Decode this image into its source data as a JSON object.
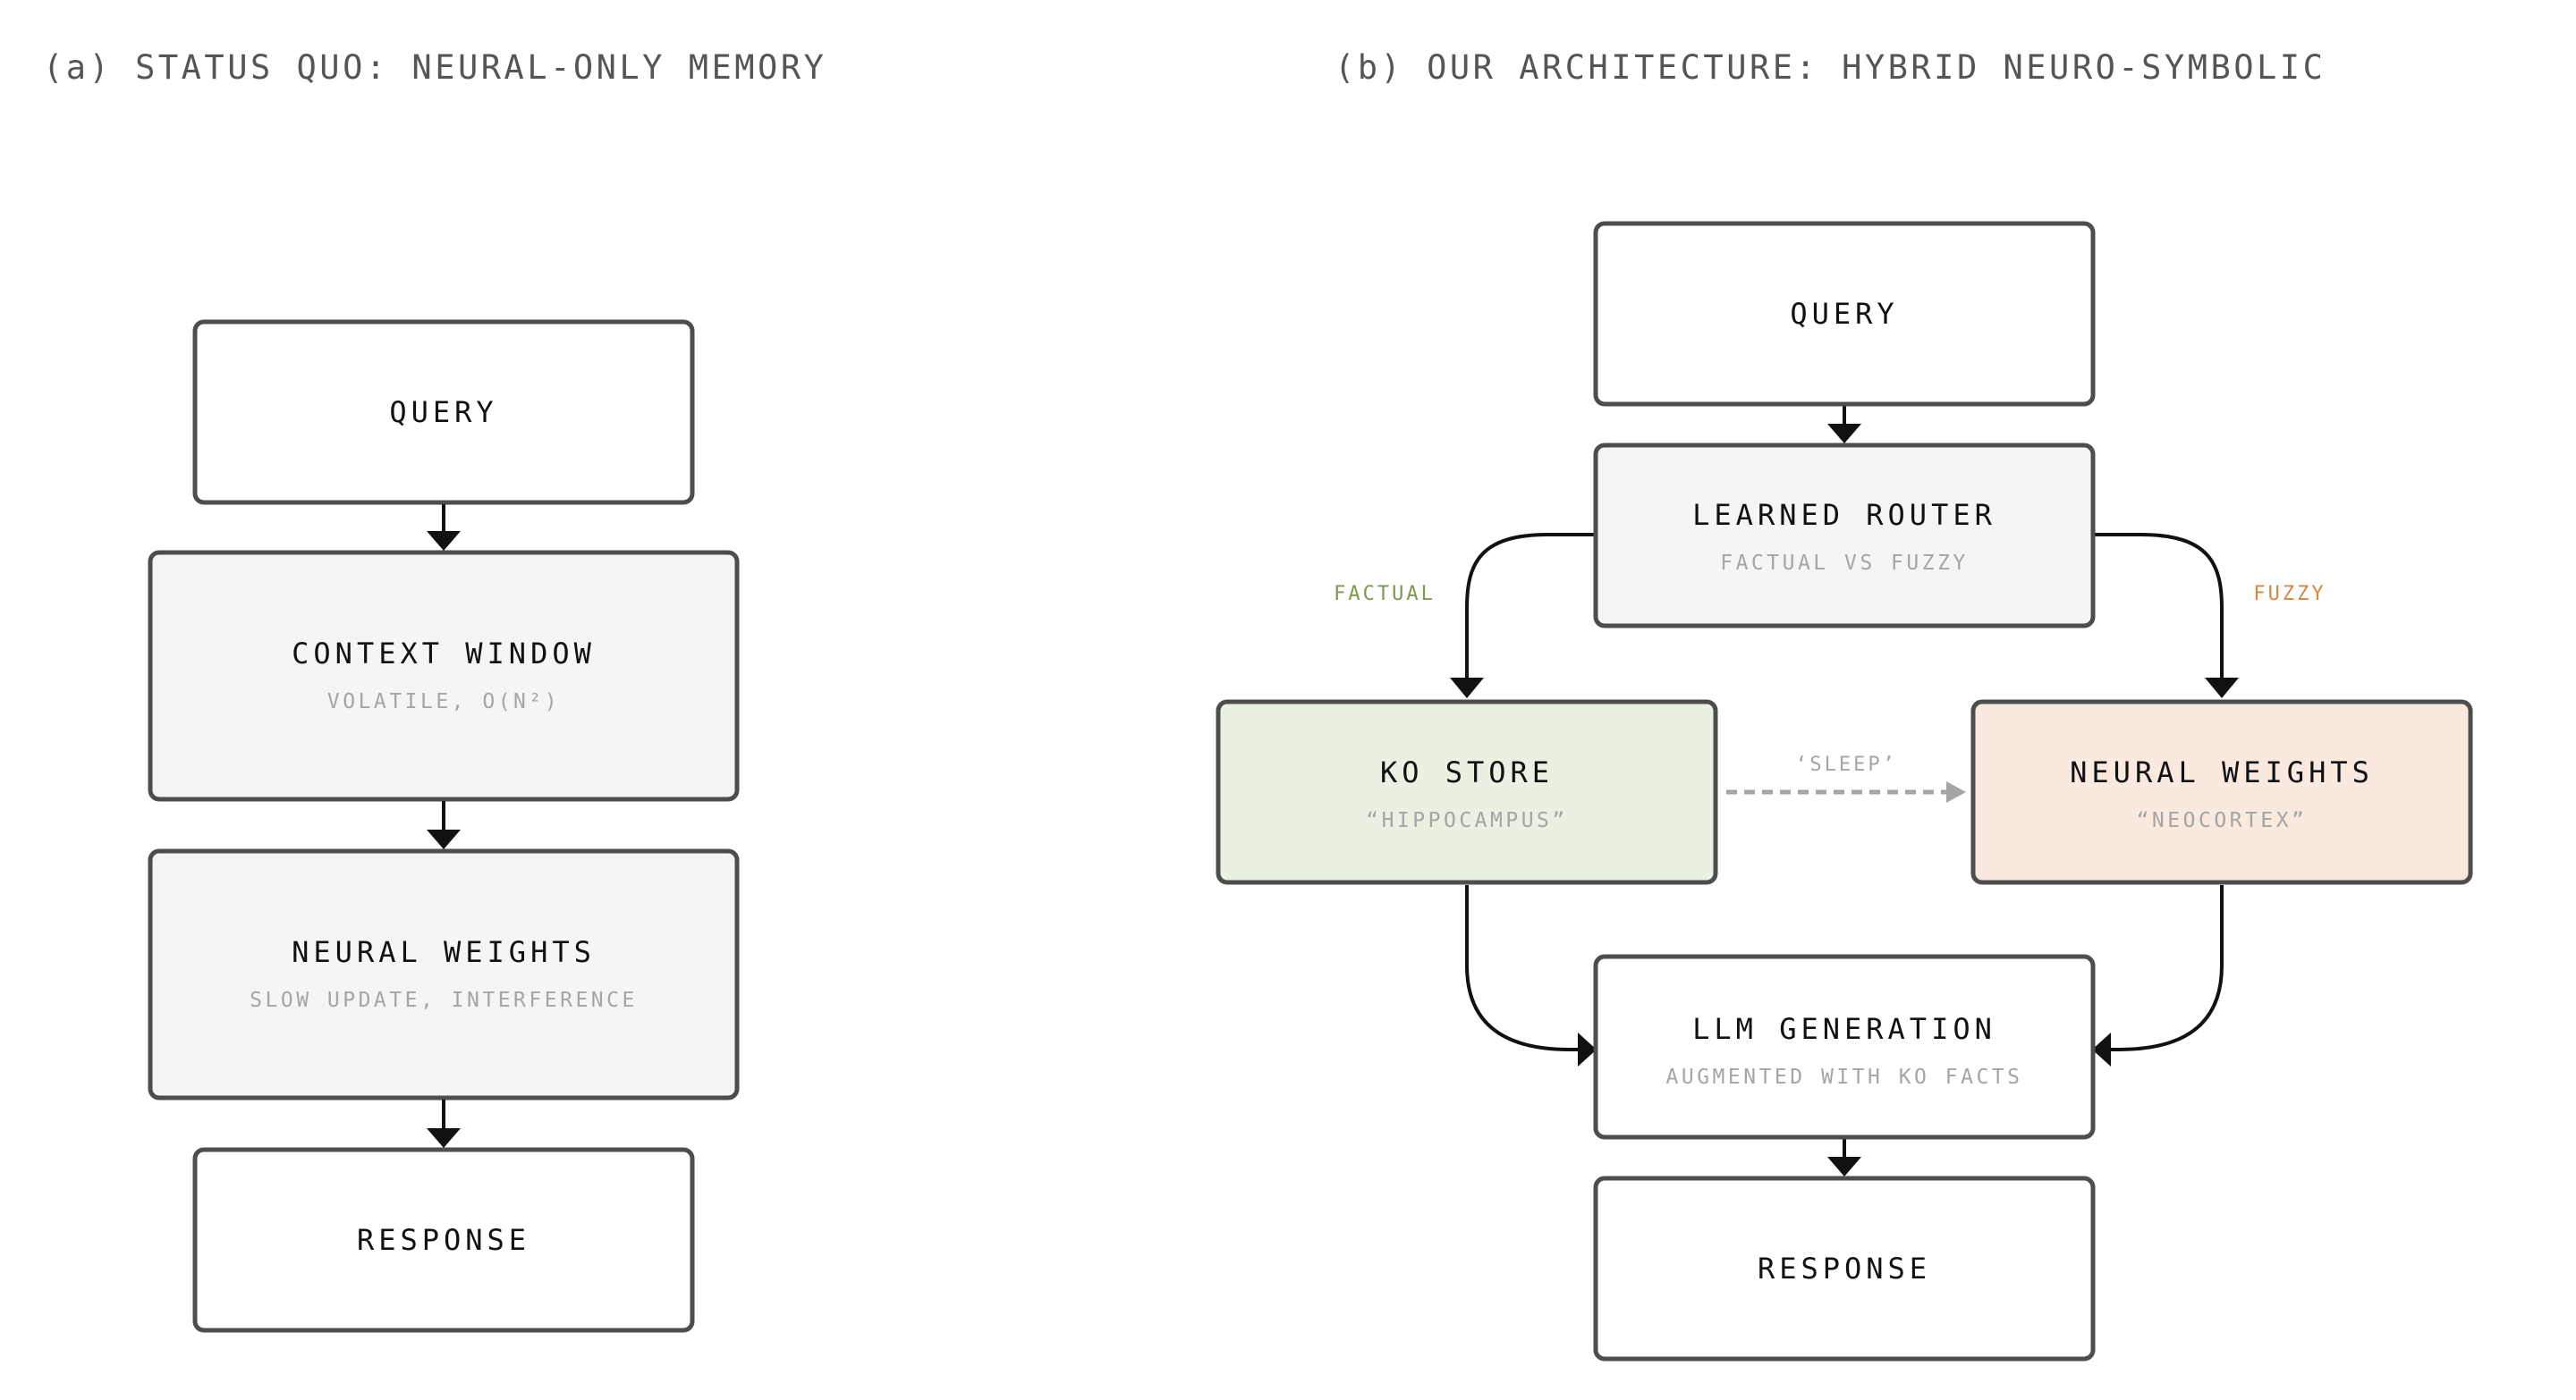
{
  "panel_a": {
    "title": "(a) STATUS QUO: NEURAL-ONLY MEMORY",
    "nodes": {
      "query": {
        "label": "QUERY"
      },
      "context_window": {
        "label": "CONTEXT WINDOW",
        "sublabel": "VOLATILE, O(N²)"
      },
      "neural_weights": {
        "label": "NEURAL WEIGHTS",
        "sublabel": "SLOW UPDATE, INTERFERENCE"
      },
      "response": {
        "label": "RESPONSE"
      }
    }
  },
  "panel_b": {
    "title": "(b) OUR ARCHITECTURE: HYBRID NEURO-SYMBOLIC",
    "nodes": {
      "query": {
        "label": "QUERY"
      },
      "router": {
        "label": "LEARNED ROUTER",
        "sublabel": "FACTUAL VS FUZZY"
      },
      "ko_store": {
        "label": "KO STORE",
        "sublabel": "“HIPPOCAMPUS”"
      },
      "neural_weights": {
        "label": "NEURAL WEIGHTS",
        "sublabel": "“NEOCORTEX”"
      },
      "llm_generation": {
        "label": "LLM GENERATION",
        "sublabel": "AUGMENTED WITH KO FACTS"
      },
      "response": {
        "label": "RESPONSE"
      }
    },
    "edges": {
      "factual": {
        "label": "FACTUAL",
        "color": "#7a9a4e"
      },
      "fuzzy": {
        "label": "FUZZY",
        "color": "#d9843f"
      },
      "sleep": {
        "label": "‘SLEEP’"
      }
    }
  },
  "colors": {
    "box_border": "#4d4d4d",
    "box_gray_fill": "#f5f5f5",
    "ko_store_fill": "#e9f1e2",
    "neural_weights_b_fill": "#fae9df",
    "muted_text": "#a5a5a5"
  }
}
